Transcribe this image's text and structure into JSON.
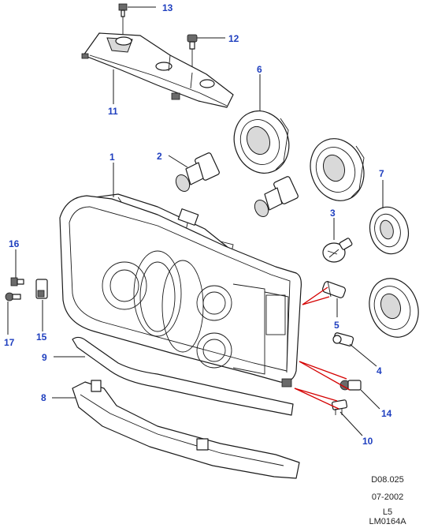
{
  "callouts": {
    "c1": "1",
    "c2": "2",
    "c3": "3",
    "c4": "4",
    "c5": "5",
    "c6": "6",
    "c7": "7",
    "c8": "8",
    "c9": "9",
    "c10": "10",
    "c11": "11",
    "c12": "12",
    "c13": "13",
    "c14": "14",
    "c15": "15",
    "c16": "16",
    "c17": "17"
  },
  "footer": {
    "ref": "D08.025",
    "date": "07-2002",
    "level": "L5",
    "drawing_id": "LM0164A"
  },
  "colors": {
    "callout_text": "#1f3fbf",
    "highlight_lines": "#d40000",
    "line_art": "#1a1a1a"
  }
}
